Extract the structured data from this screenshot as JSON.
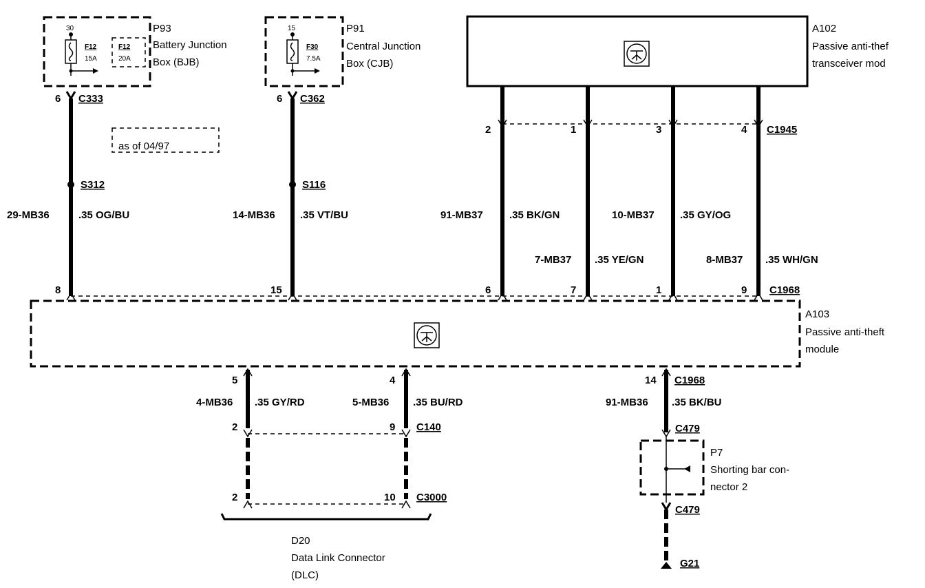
{
  "p93": {
    "id": "P93",
    "name1": "Battery Junction",
    "name2": "Box (BJB)",
    "pin": "30",
    "fuse": "F12",
    "fuse_amp": "15A",
    "alt_fuse": "F12",
    "alt_amp": "20A"
  },
  "p91": {
    "id": "P91",
    "name1": "Central Junction",
    "name2": "Box (CJB)",
    "pin": "15",
    "fuse": "F30",
    "fuse_amp": "7.5A"
  },
  "a102": {
    "id": "A102",
    "name1": "Passive anti-thef",
    "name2": "transceiver mod"
  },
  "a103": {
    "id": "A103",
    "name1": "Passive anti-theft",
    "name2": "module"
  },
  "p7": {
    "id": "P7",
    "name1": "Shorting bar con-",
    "name2": "nector 2"
  },
  "d20": {
    "id": "D20",
    "name1": "Data Link Connector",
    "name2": "(DLC)"
  },
  "note": "as of  04/97",
  "connectors": {
    "c333": "C333",
    "c362": "C362",
    "c1945": "C1945",
    "c1968_top": "C1968",
    "c1968_bot": "C1968",
    "c140": "C140",
    "c3000": "C3000",
    "c479_a": "C479",
    "c479_b": "C479"
  },
  "splices": {
    "s312": "S312",
    "s116": "S116"
  },
  "ground": "G21",
  "pins": {
    "c333": "6",
    "c362": "6",
    "c1945_1": "2",
    "c1945_2": "1",
    "c1945_3": "3",
    "c1945_4": "4",
    "c1968_1": "8",
    "c1968_2": "15",
    "c1968_3": "6",
    "c1968_4": "7",
    "c1968_5": "1",
    "c1968_6": "9",
    "a103_1": "5",
    "a103_2": "4",
    "a103_3": "14",
    "c140_1": "2",
    "c140_2": "9",
    "c3000_1": "2",
    "c3000_2": "10"
  },
  "wires": {
    "w1": {
      "circuit": "29-MB36",
      "spec": ".35 OG/BU"
    },
    "w2": {
      "circuit": "14-MB36",
      "spec": ".35 VT/BU"
    },
    "w3": {
      "circuit": "91-MB37",
      "spec": ".35 BK/GN"
    },
    "w4": {
      "circuit": "7-MB37",
      "spec": ".35 YE/GN"
    },
    "w5": {
      "circuit": "10-MB37",
      "spec": ".35 GY/OG"
    },
    "w6": {
      "circuit": "8-MB37",
      "spec": ".35 WH/GN"
    },
    "w7": {
      "circuit": "4-MB36",
      "spec": ".35 GY/RD"
    },
    "w8": {
      "circuit": "5-MB36",
      "spec": ".35 BU/RD"
    },
    "w9": {
      "circuit": "91-MB36",
      "spec": ".35 BK/BU"
    }
  }
}
